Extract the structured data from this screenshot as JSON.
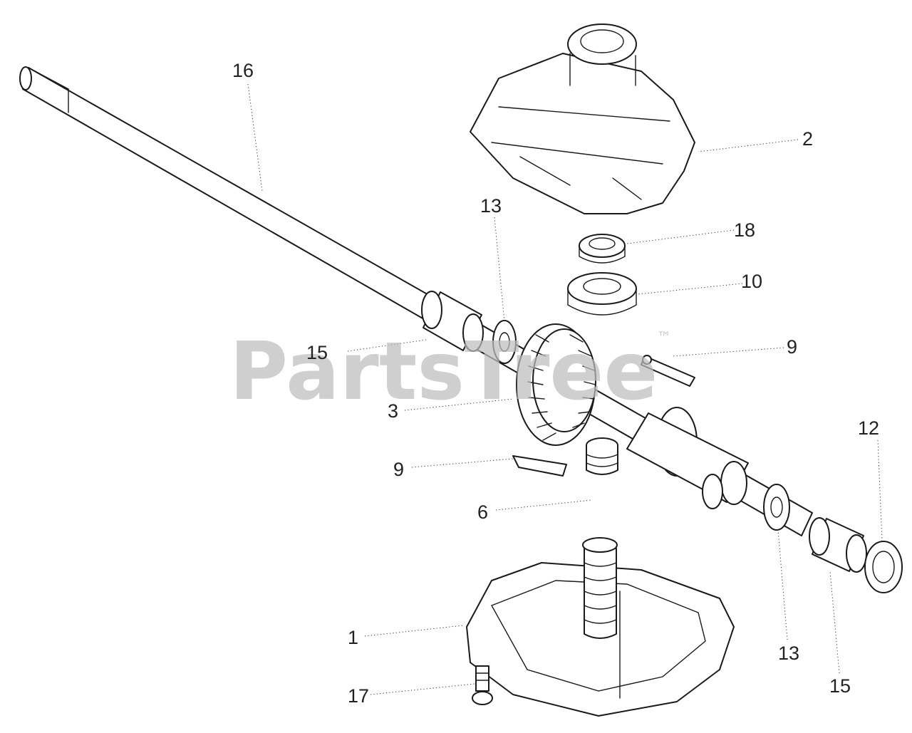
{
  "watermark": {
    "text": "PartsTree",
    "trademark": "™"
  },
  "callouts": [
    {
      "id": "c16",
      "label": "16"
    },
    {
      "id": "c2",
      "label": "2"
    },
    {
      "id": "c13a",
      "label": "13"
    },
    {
      "id": "c18",
      "label": "18"
    },
    {
      "id": "c10",
      "label": "10"
    },
    {
      "id": "c15a",
      "label": "15"
    },
    {
      "id": "c9a",
      "label": "9"
    },
    {
      "id": "c3",
      "label": "3"
    },
    {
      "id": "c12",
      "label": "12"
    },
    {
      "id": "c9b",
      "label": "9"
    },
    {
      "id": "c6",
      "label": "6"
    },
    {
      "id": "c1",
      "label": "1"
    },
    {
      "id": "c13b",
      "label": "13"
    },
    {
      "id": "c15b",
      "label": "15"
    },
    {
      "id": "c17",
      "label": "17"
    }
  ]
}
